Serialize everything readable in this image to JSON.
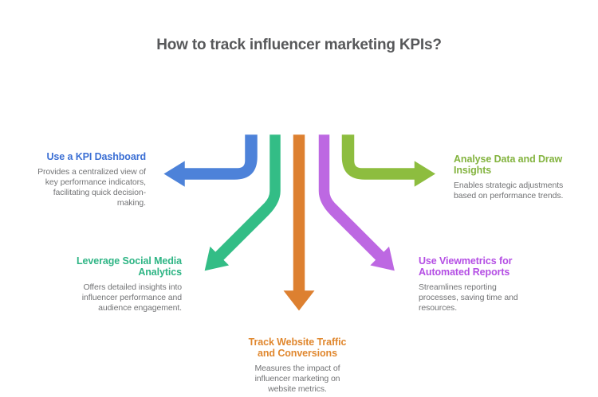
{
  "background": "#ffffff",
  "title": {
    "text": "How to track influencer marketing KPIs?",
    "color": "#57585a"
  },
  "desc_color": "#737476",
  "items": [
    {
      "id": "use-kpi-dashboard",
      "heading_lines": [
        "Use a KPI Dashboard"
      ],
      "desc_lines": [
        "Provides a centralized view of",
        "key performance indicators,",
        "facilitating quick decision-",
        "making."
      ],
      "heading_color": "#3b6fd4",
      "arrow_color": "#4d82d9",
      "arrow_direction": "elbow-left"
    },
    {
      "id": "analyse-data-insights",
      "heading_lines": [
        "Analyse Data and Draw",
        "Insights"
      ],
      "desc_lines": [
        "Enables strategic adjustments",
        "based on performance trends."
      ],
      "heading_color": "#84b440",
      "arrow_color": "#8dbd3f",
      "arrow_direction": "elbow-right"
    },
    {
      "id": "social-media-analytics",
      "heading_lines": [
        "Leverage Social Media",
        "Analytics"
      ],
      "desc_lines": [
        "Offers detailed insights into",
        "influencer performance and",
        "audience engagement."
      ],
      "heading_color": "#2fb585",
      "arrow_color": "#33bd86",
      "arrow_direction": "diagonal-down-left"
    },
    {
      "id": "viewmetrics-automated-reports",
      "heading_lines": [
        "Use Viewmetrics for",
        "Automated Reports"
      ],
      "desc_lines": [
        "Streamlines reporting",
        "processes, saving time and",
        "resources."
      ],
      "heading_color": "#b44ee4",
      "arrow_color": "#bd68e2",
      "arrow_direction": "diagonal-down-right"
    },
    {
      "id": "website-traffic-conversions",
      "heading_lines": [
        "Track Website Traffic",
        "and Conversions"
      ],
      "desc_lines": [
        "Measures the impact of",
        "influencer marketing on",
        "website metrics."
      ],
      "heading_color": "#e0872e",
      "arrow_color": "#dd8030",
      "arrow_direction": "straight-down"
    }
  ]
}
